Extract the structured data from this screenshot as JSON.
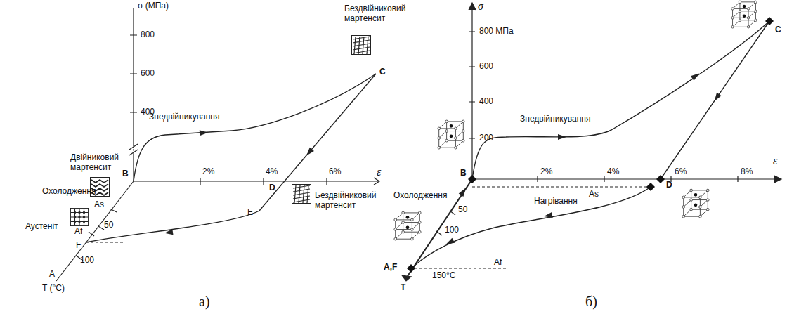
{
  "diagram": {
    "labels": [
      "σ (МПа)",
      "800",
      "600",
      "400",
      "Бездвійниковий мартенсит",
      "C",
      "Двійниковий мартенсит",
      "B",
      "Знедвійникування",
      "2%",
      "4%",
      "6%",
      "ε",
      "D",
      "E",
      "Бездвійниковий мартенсит",
      "Охолодження",
      "As",
      "Аустеніт",
      "Af",
      "F",
      "50",
      "100",
      "A",
      "T (°C)",
      "а)",
      "σ",
      "800 МПа",
      "600",
      "400",
      "200",
      "C",
      "B",
      "Знедвійникування",
      "2%",
      "4%",
      "6%",
      "8%",
      "ε",
      "D",
      "Охолодження",
      "50",
      "100",
      "As",
      "Нагрівання",
      "A,F",
      "150°C",
      "Af",
      "T",
      "б)"
    ]
  }
}
